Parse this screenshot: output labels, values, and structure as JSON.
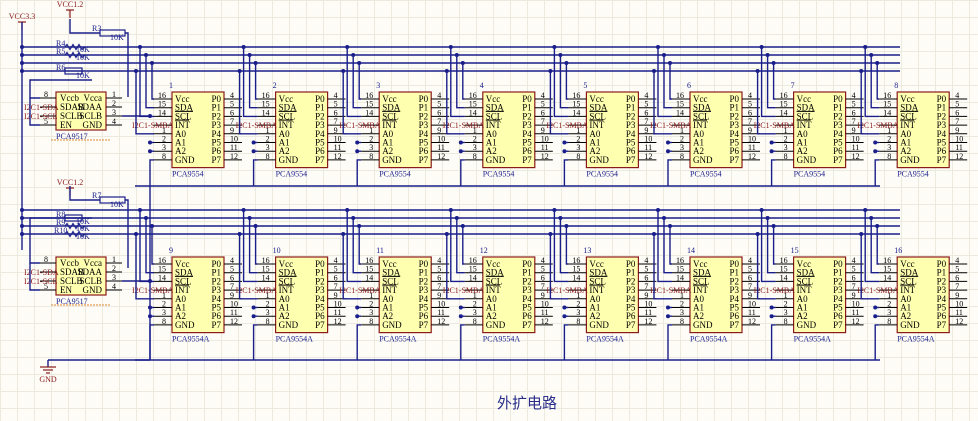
{
  "title": "外扩电路",
  "power": {
    "vcc33": "VCC3.3",
    "vcc12": "VCC1.2",
    "gnd": "GND"
  },
  "mux": {
    "part": "PCA9517",
    "left_pins": [
      {
        "num": "8",
        "name": "Vccb"
      },
      {
        "num": "",
        "name": "SDAB"
      },
      {
        "num": "",
        "name": "SCLB"
      },
      {
        "num": "5",
        "name": "EN"
      }
    ],
    "right_pins": [
      {
        "num": "1",
        "name": "Vcca"
      },
      {
        "num": "2",
        "name": "SDAA"
      },
      {
        "num": "3",
        "name": "SCLB"
      },
      {
        "num": "4",
        "name": "GND"
      }
    ],
    "nets": [
      "I2C1-SDA",
      "I2C1-SCL"
    ]
  },
  "resistors": {
    "top": [
      {
        "ref": "R3",
        "val": "10K"
      },
      {
        "ref": "R4",
        "val": "10K"
      },
      {
        "ref": "R5",
        "val": "10K"
      },
      {
        "ref": "R6",
        "val": "10K"
      }
    ],
    "bottom": [
      {
        "ref": "R7",
        "val": "10K"
      },
      {
        "ref": "R8",
        "val": "10K"
      },
      {
        "ref": "R9",
        "val": "10K"
      },
      {
        "ref": "R10",
        "val": "10K"
      }
    ]
  },
  "expander": {
    "left_pins": [
      {
        "num": "16",
        "name": "Vcc"
      },
      {
        "num": "15",
        "name": "SDA"
      },
      {
        "num": "14",
        "name": "SCL"
      },
      {
        "num": "",
        "name": "INT"
      },
      {
        "num": "1",
        "name": "A0"
      },
      {
        "num": "2",
        "name": "A1"
      },
      {
        "num": "3",
        "name": "A2"
      },
      {
        "num": "8",
        "name": "GND"
      }
    ],
    "right_pins": [
      {
        "num": "4",
        "name": "P0"
      },
      {
        "num": "5",
        "name": "P1"
      },
      {
        "num": "6",
        "name": "P2"
      },
      {
        "num": "7",
        "name": "P3"
      },
      {
        "num": "9",
        "name": "P4"
      },
      {
        "num": "10",
        "name": "P5"
      },
      {
        "num": "11",
        "name": "P6"
      },
      {
        "num": "12",
        "name": "P7"
      }
    ],
    "int_net": "I2C1-SMBA"
  },
  "rows": [
    {
      "part": "PCA9554",
      "chips": [
        "1",
        "2",
        "3",
        "4",
        "5",
        "6",
        "7",
        "8"
      ]
    },
    {
      "part": "PCA9554A",
      "chips": [
        "9",
        "10",
        "11",
        "12",
        "13",
        "14",
        "15",
        "16"
      ]
    }
  ]
}
